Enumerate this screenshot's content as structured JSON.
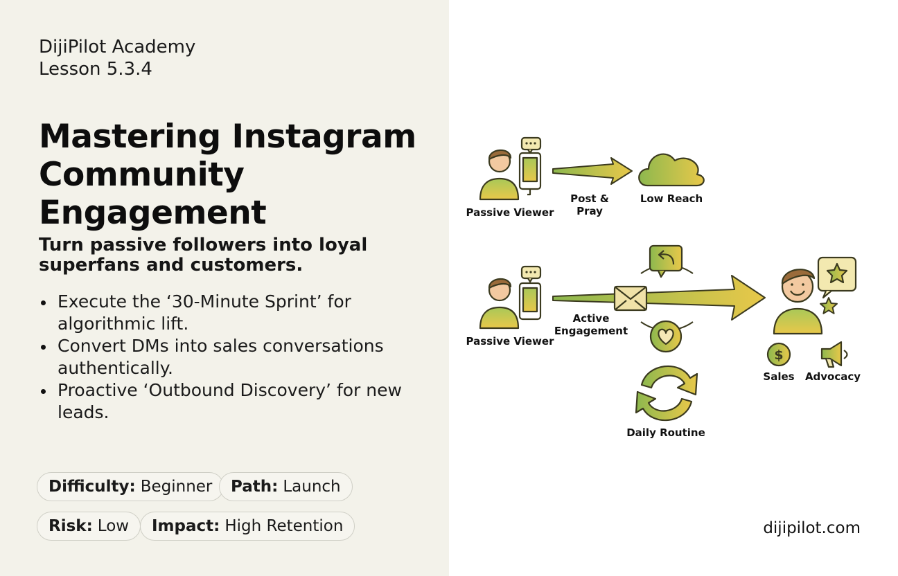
{
  "header": {
    "brand": "DijiPilot Academy",
    "lesson": "Lesson 5.3.4"
  },
  "title": "Mastering Instagram Community Engagement",
  "subtitle": "Turn passive followers into loyal superfans and customers.",
  "bullets": [
    "Execute the ‘30-Minute Sprint’ for algorithmic lift.",
    "Convert DMs into sales conversations authentically.",
    "Proactive ‘Outbound Discovery’ for new leads."
  ],
  "tags": [
    {
      "key": "Difficulty:",
      "value": "Beginner"
    },
    {
      "key": "Path:",
      "value": "Launch"
    },
    {
      "key": "Risk:",
      "value": "Low"
    },
    {
      "key": "Impact:",
      "value": "High Retention"
    }
  ],
  "diagram": {
    "top": {
      "viewer": "Passive Viewer",
      "action_line1": "Post &",
      "action_line2": "Pray",
      "result": "Low Reach"
    },
    "bottom": {
      "viewer": "Passive Viewer",
      "action_line1": "Active",
      "action_line2": "Engagement",
      "routine": "Daily Routine",
      "sales": "Sales",
      "advocacy": "Advocacy"
    }
  },
  "footer": {
    "site": "dijipilot.com"
  },
  "colors": {
    "left_bg": "#f3f2ea",
    "green": "#8db84e",
    "yellow": "#e8c84a",
    "outline": "#3b3a1f"
  }
}
